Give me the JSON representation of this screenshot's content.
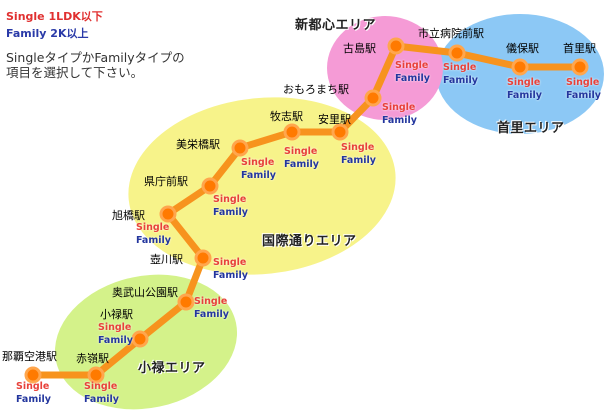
{
  "legend": {
    "single": "Single 1LDK以下",
    "family": "Family 2K以上",
    "note_line1": "SingleタイプかFamilyタイプの",
    "note_line2": "項目を選択して下さい。"
  },
  "tags": {
    "single": "Single",
    "family": "Family"
  },
  "areas": {
    "shintoshin": "新都心エリア",
    "shuri": "首里エリア",
    "kokusai": "国際通りエリア",
    "oroku": "小禄エリア"
  },
  "stations": [
    "那覇空港駅",
    "赤嶺駅",
    "小禄駅",
    "奥武山公園駅",
    "壺川駅",
    "旭橋駅",
    "県庁前駅",
    "美栄橋駅",
    "牧志駅",
    "安里駅",
    "おもろまち駅",
    "古島駅",
    "市立病院前駅",
    "儀保駅",
    "首里駅"
  ],
  "colors": {
    "line": "#f7931e",
    "station_fill": "#ff7a00",
    "area_shintoshin": "#f59bd6",
    "area_shuri": "#8cc8f5",
    "area_kokusai": "#f7f38a",
    "area_oroku": "#d4f28a"
  }
}
